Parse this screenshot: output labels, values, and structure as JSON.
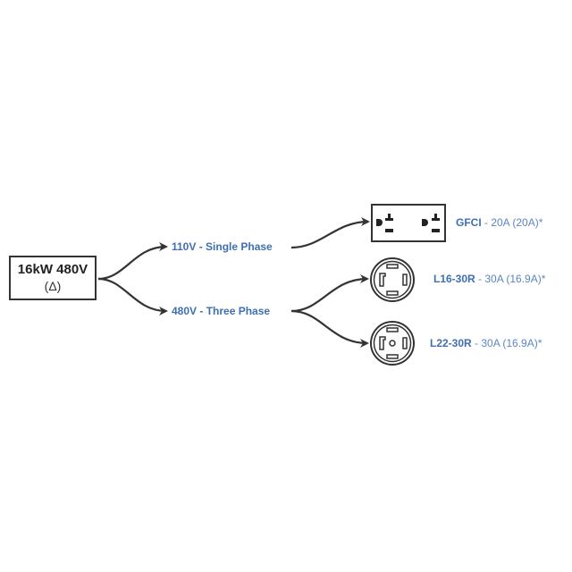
{
  "generator": {
    "title": "16kW 480V",
    "subtitle": "(Δ)"
  },
  "branches": [
    {
      "label": "110V - Single Phase"
    },
    {
      "label": "480V - Three Phase"
    }
  ],
  "outlets": [
    {
      "name": "GFCI",
      "rating": " - 20A (20A)*",
      "icon": "gfci-duplex-outlet-icon"
    },
    {
      "name": "L16-30R",
      "rating": " - 30A (16.9A)*",
      "icon": "l16-30r-twist-lock-icon"
    },
    {
      "name": "L22-30R",
      "rating": " - 30A (16.9A)*",
      "icon": "l22-30r-twist-lock-icon"
    }
  ],
  "colors": {
    "label": "#3f6fb0",
    "line": "#333333"
  }
}
